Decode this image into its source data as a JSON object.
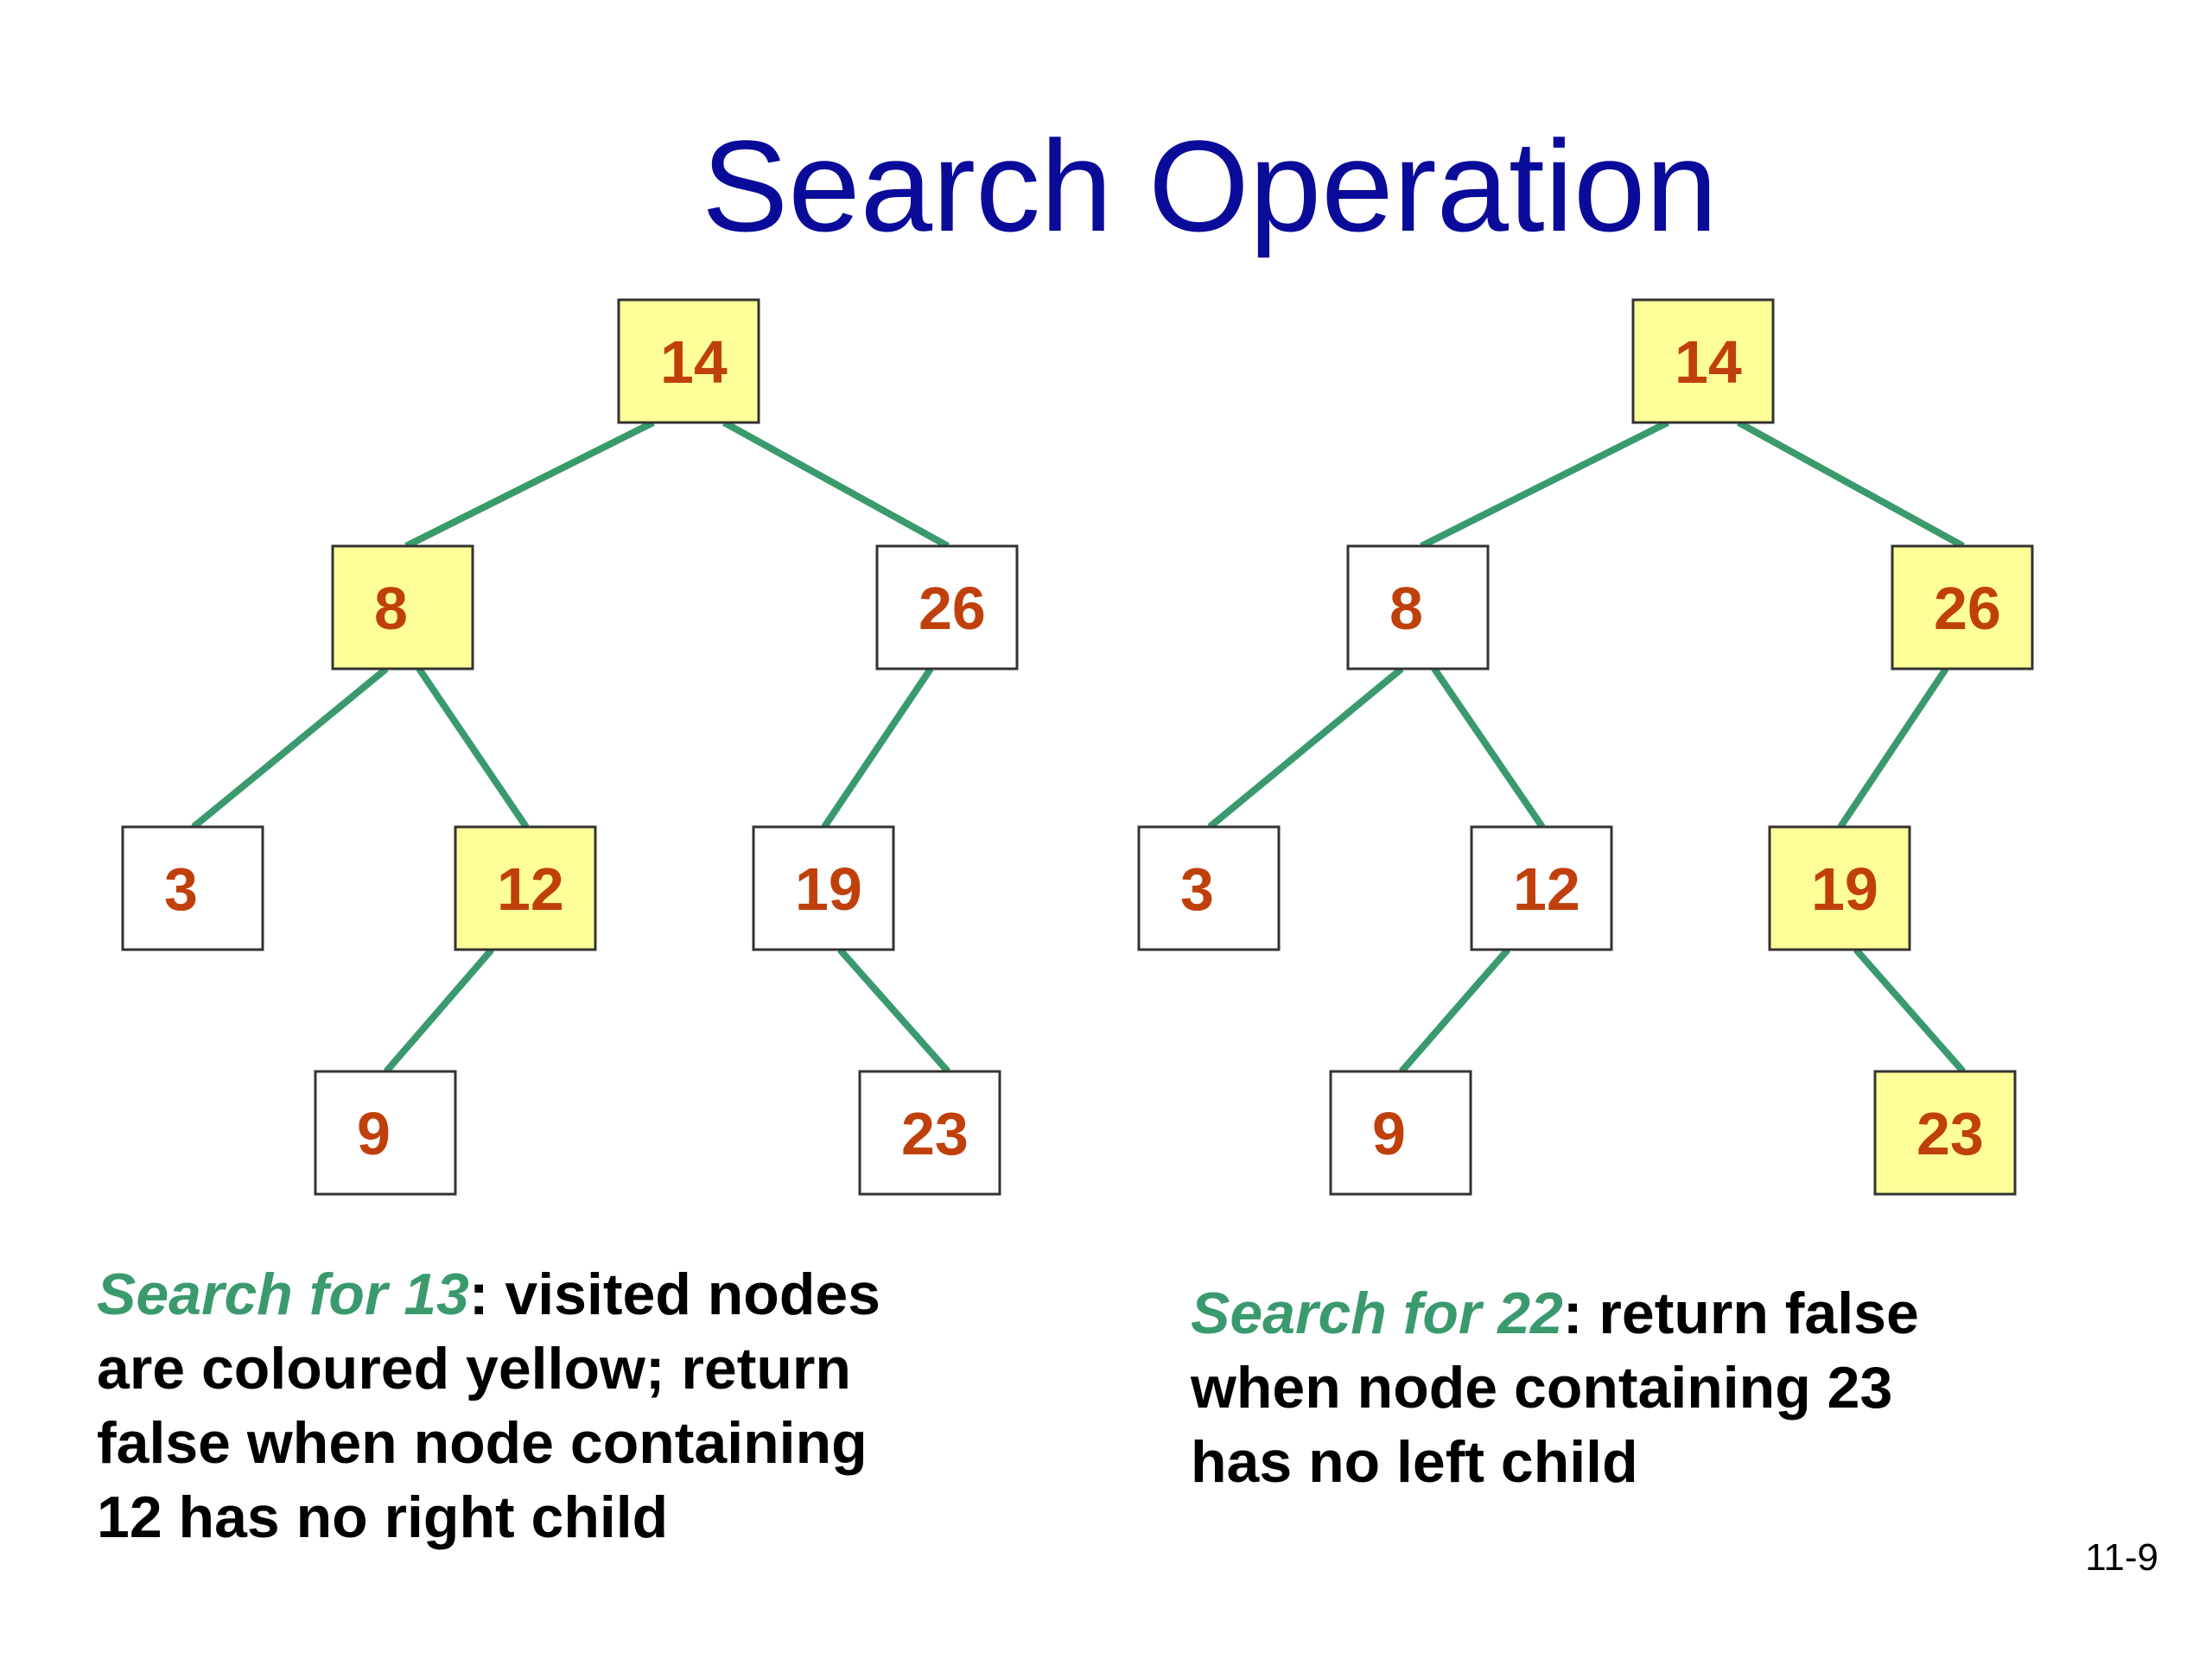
{
  "title": "Search Operation",
  "slide_number": "11-9",
  "colors": {
    "title": "#0b0b9a",
    "node_label": "#c0400c",
    "edge": "#3a9a6e",
    "visited_fill": "#ffff99",
    "unvisited_fill": "#ffffff",
    "node_border": "#333333",
    "caption_lead": "#3a9a6e"
  },
  "trees": [
    {
      "id": "left",
      "nodes": [
        {
          "id": "14",
          "label": "14",
          "visited": true
        },
        {
          "id": "8",
          "label": "8",
          "visited": true
        },
        {
          "id": "26",
          "label": "26",
          "visited": false
        },
        {
          "id": "3",
          "label": "3",
          "visited": false
        },
        {
          "id": "12",
          "label": "12",
          "visited": true
        },
        {
          "id": "19",
          "label": "19",
          "visited": false
        },
        {
          "id": "9",
          "label": "9",
          "visited": false
        },
        {
          "id": "23",
          "label": "23",
          "visited": false
        }
      ],
      "edges": [
        [
          "14",
          "8"
        ],
        [
          "14",
          "26"
        ],
        [
          "8",
          "3"
        ],
        [
          "8",
          "12"
        ],
        [
          "26",
          "19"
        ],
        [
          "12",
          "9"
        ],
        [
          "19",
          "23"
        ]
      ]
    },
    {
      "id": "right",
      "nodes": [
        {
          "id": "14",
          "label": "14",
          "visited": true
        },
        {
          "id": "8",
          "label": "8",
          "visited": false
        },
        {
          "id": "26",
          "label": "26",
          "visited": true
        },
        {
          "id": "3",
          "label": "3",
          "visited": false
        },
        {
          "id": "12",
          "label": "12",
          "visited": false
        },
        {
          "id": "19",
          "label": "19",
          "visited": true
        },
        {
          "id": "9",
          "label": "9",
          "visited": false
        },
        {
          "id": "23",
          "label": "23",
          "visited": true
        }
      ],
      "edges": [
        [
          "14",
          "8"
        ],
        [
          "14",
          "26"
        ],
        [
          "8",
          "3"
        ],
        [
          "8",
          "12"
        ],
        [
          "26",
          "19"
        ],
        [
          "12",
          "9"
        ],
        [
          "19",
          "23"
        ]
      ]
    }
  ],
  "captions": {
    "left": {
      "lead": "Search for 13",
      "line1": ": visited nodes",
      "line2": "are coloured yellow; return",
      "line3": "false when node containing",
      "line4": "12 has no right child"
    },
    "right": {
      "lead": "Search for 22",
      "line1": ": return false",
      "line2": "when node containing 23",
      "line3": "has no left child"
    }
  }
}
